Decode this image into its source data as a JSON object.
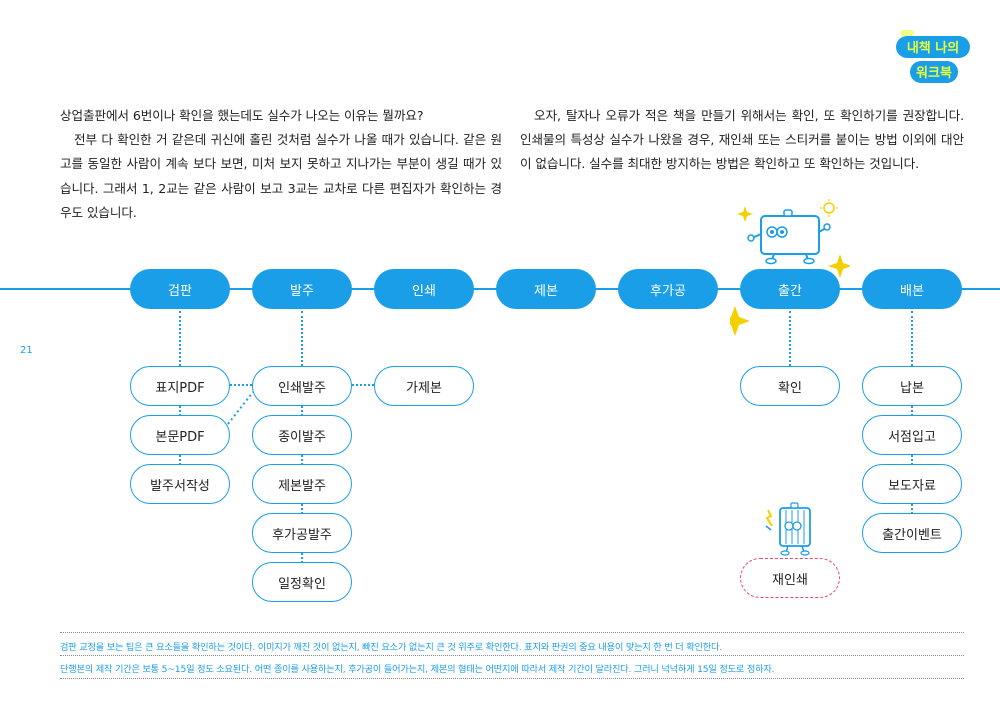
{
  "logo": {
    "line1": "내책 나의",
    "line2": "워크북"
  },
  "left_paragraph": {
    "line1": "상업출판에서 6번이나 확인을 했는데도 실수가 나오는 이유는 뭘까요?",
    "body": "전부 다 확인한 거 같은데 귀신에 홀린 것처럼 실수가 나올 때가 있습니다. 같은 원고를 동일한 사람이 계속 보다 보면, 미처 보지 못하고 지나가는 부분이 생길 때가 있습니다. 그래서 1, 2교는 같은 사람이 보고 3교는 교차로 다른 편집자가 확인하는 경우도 있습니다."
  },
  "right_paragraph": {
    "body": "오자, 탈자나 오류가 적은 책을 만들기 위해서는 확인, 또 확인하기를 권장합니다. 인쇄물의 특성상 실수가 나왔을 경우, 재인쇄 또는 스티커를 붙이는 방법 이외에 대안이 없습니다. 실수를 최대한 방지하는 방법은 확인하고 또 확인하는 것입니다."
  },
  "page_number": "21",
  "stages": [
    "검판",
    "발주",
    "인쇄",
    "제본",
    "후가공",
    "출간",
    "배본"
  ],
  "groups": {
    "proof": [
      "표지PDF",
      "본문PDF",
      "발주서작성"
    ],
    "order": [
      "인쇄발주",
      "종이발주",
      "제본발주",
      "후가공발주",
      "일정확인"
    ],
    "print": [
      "가제본"
    ],
    "publish": [
      "확인"
    ],
    "reprint": "재인쇄",
    "distribute": [
      "납본",
      "서점입고",
      "보도자료",
      "출간이벤트"
    ]
  },
  "notes": [
    "검판 교정을 보는 팁은 큰 요소들을 확인하는 것이다. 이미지가 깨진 것이 없는지, 빠진 요소가 없는지 큰 것 위주로 확인한다. 표지와 판권의 중요 내용이 맞는지 한 번 더 확인한다.",
    "단행본의 제작 기간은 보통 5~15일 정도 소요된다. 어떤 종이를 사용하는지, 후가공이 들어가는지, 제본의 형태는 어떤지에 따라서 제작 기간이 달라진다. 그러니 넉넉하게 15일 정도로 정하자."
  ],
  "colors": {
    "accent": "#1a9ee8",
    "reprint_border": "#e8457a",
    "sparkle": "#f5d000",
    "logo_bg": "#1a9ee8",
    "logo_highlight": "#e8ff3a"
  }
}
